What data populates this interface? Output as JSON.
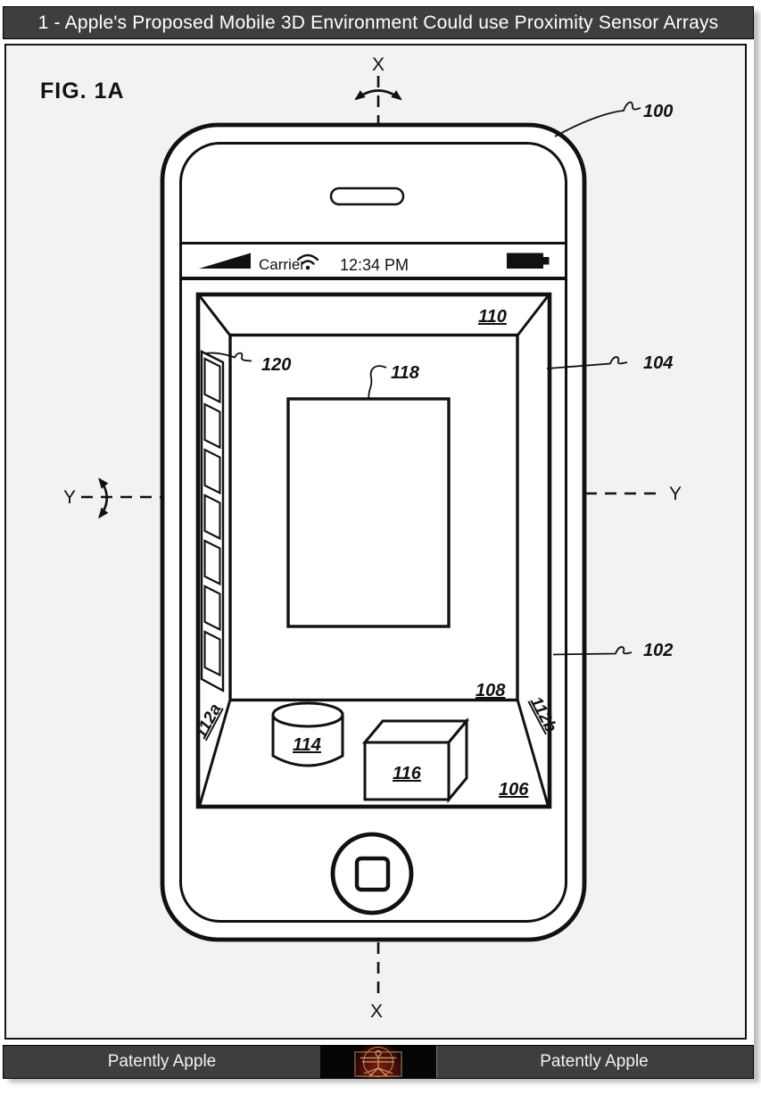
{
  "header": {
    "title": "1 - Apple's Proposed Mobile 3D Environment Could use Proximity Sensor Arrays"
  },
  "figure": {
    "label": "FIG. 1A",
    "axes": {
      "x_top": "X",
      "x_bottom": "X",
      "y_left": "Y",
      "y_right": "Y"
    },
    "phone": {
      "carrier": "Carrier",
      "time": "12:34 PM"
    },
    "refs": {
      "n100": "100",
      "n102": "102",
      "n104": "104",
      "n106": "106",
      "n108": "108",
      "n110": "110",
      "n112a": "112a",
      "n112b": "112b",
      "n114": "114",
      "n116": "116",
      "n118": "118",
      "n120": "120"
    }
  },
  "footer": {
    "left": "Patently Apple",
    "right": "Patently Apple",
    "logo_icon": "vitruvian-man-logo"
  },
  "colors": {
    "bar_bg": "#3e3e3e",
    "figure_bg": "#f2f2f1",
    "ink": "#111111",
    "logo_red": "#6b1410",
    "logo_tan": "#c09264"
  }
}
